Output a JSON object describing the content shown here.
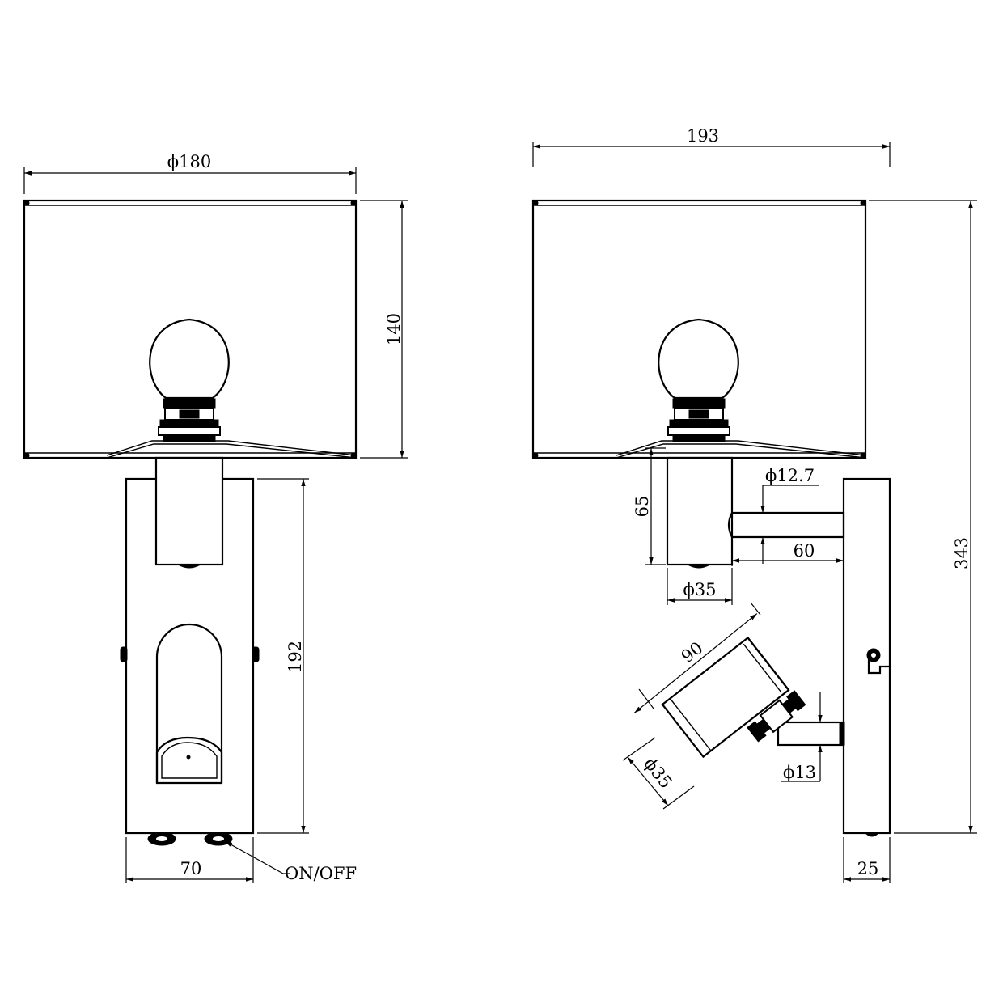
{
  "front_view": {
    "shade_diameter": "ϕ180",
    "shade_height": "140",
    "body_height": "192",
    "body_width": "70",
    "switch_label": "ON/OFF"
  },
  "side_view": {
    "depth": "193",
    "total_height": "343",
    "arm_diameter": "ϕ12.7",
    "holder_height": "65",
    "arm_length": "60",
    "holder_diameter": "ϕ35",
    "reading_light_length": "90",
    "reading_light_diameter": "ϕ35",
    "joint_diameter": "ϕ13",
    "backplate_depth": "25"
  }
}
